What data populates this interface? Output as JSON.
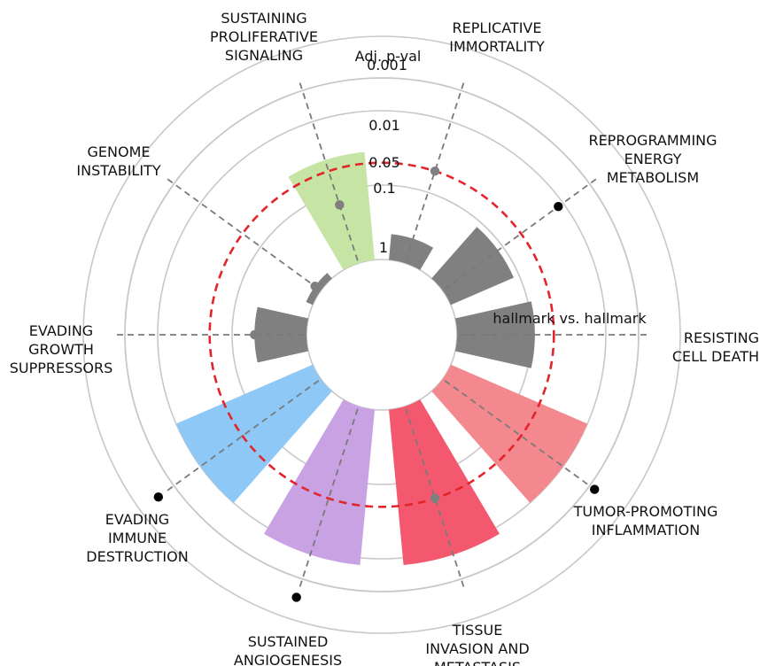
{
  "chart_data": {
    "type": "polar-bar",
    "title": "",
    "radial_axis": {
      "title": "Adj. p-val",
      "scale": "log",
      "ticks": [
        {
          "value": 1,
          "label": "1"
        },
        {
          "value": 0.1,
          "label": "0.1"
        },
        {
          "value": 0.05,
          "label": "0.05"
        },
        {
          "value": 0.01,
          "label": "0.01"
        },
        {
          "value": 0.001,
          "label": "0.001"
        }
      ],
      "threshold": 0.05,
      "threshold_style": "red dashed circle"
    },
    "series_label": "hallmark vs. hallmark",
    "categories": [
      {
        "label": "SUSTAINING PROLIFERATIVE SIGNALING",
        "bar_pval": 0.035,
        "dot_pval": 0.15,
        "color": "#c6e5a4",
        "significant": true
      },
      {
        "label": "REPLICATIVE IMMORTALITY",
        "bar_pval": 0.45,
        "dot_pval": 0.05,
        "color": "#808080",
        "significant": false
      },
      {
        "label": "REPROGRAMMING ENERGY METABOLISM",
        "bar_pval": 0.12,
        "dot_pval": 0.012,
        "color": "#808080",
        "significant": false
      },
      {
        "label": "RESISTING CELL DEATH",
        "bar_pval": 0.09,
        "dot_pval": 0.2,
        "color": "#808080",
        "significant": false
      },
      {
        "label": "TUMOR-PROMOTING INFLAMMATION",
        "bar_pval": 0.01,
        "dot_pval": 0.003,
        "color": "#f4888f",
        "significant": true
      },
      {
        "label": "TISSUE INVASION AND METASTASIS",
        "bar_pval": 0.008,
        "dot_pval": 0.05,
        "color": "#f4586e",
        "significant": true
      },
      {
        "label": "SUSTAINED ANGIOGENESIS",
        "bar_pval": 0.008,
        "dot_pval": 0.002,
        "color": "#c8a2e3",
        "significant": true
      },
      {
        "label": "EVADING IMMUNE DESTRUCTION",
        "bar_pval": 0.01,
        "dot_pval": 0.002,
        "color": "#8dc8f6",
        "significant": true
      },
      {
        "label": "EVADING GROWTH SUPPRESSORS",
        "bar_pval": 0.2,
        "dot_pval": 0.2,
        "color": "#808080",
        "significant": false
      },
      {
        "label": "GENOME INSTABILITY",
        "bar_pval": 0.8,
        "dot_pval": 0.8,
        "color": "#808080",
        "significant": false
      }
    ],
    "colors": {
      "grid": "#c8c8c8",
      "threshold": "#e3242b",
      "spoke": "#7a7a7a",
      "dot_significant": "#000000",
      "dot_nonsignificant": "#7f7f7f"
    }
  }
}
